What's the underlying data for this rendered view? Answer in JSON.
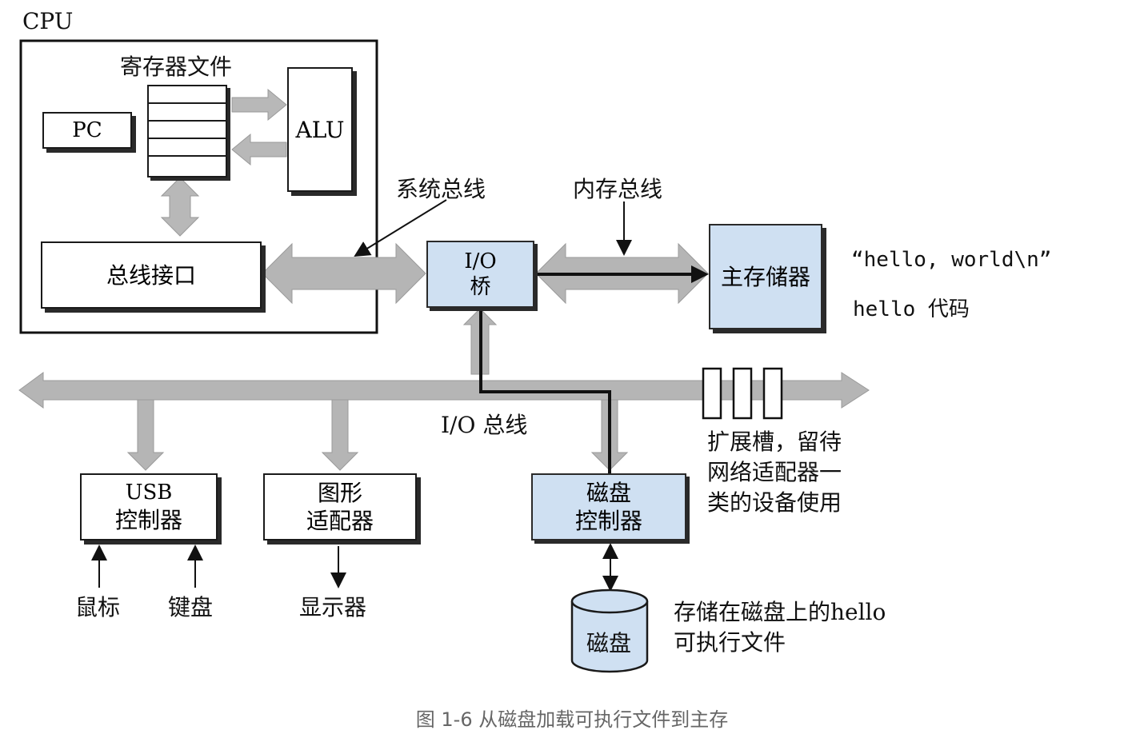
{
  "cpu": {
    "title": "CPU",
    "register_file_label": "寄存器文件",
    "pc_label": "PC",
    "alu_label": "ALU",
    "bus_interface_label": "总线接口"
  },
  "buses": {
    "system_bus_label": "系统总线",
    "memory_bus_label": "内存总线",
    "io_bus_label": "I/O 总线"
  },
  "io_bridge": {
    "line1": "I/O",
    "line2": "桥"
  },
  "main_memory": {
    "label": "主存储器",
    "contents": [
      "“hello, world\\n”",
      "hello 代码"
    ]
  },
  "expansion_slots": {
    "lines": [
      "扩展槽，留待",
      "网络适配器一",
      "类的设备使用"
    ]
  },
  "devices": {
    "usb": {
      "line1": "USB",
      "line2": "控制器"
    },
    "graphics": {
      "line1": "图形",
      "line2": "适配器"
    },
    "disk_controller": {
      "line1": "磁盘",
      "line2": "控制器"
    }
  },
  "peripherals": {
    "mouse": "鼠标",
    "keyboard": "键盘",
    "display": "显示器",
    "disk": "磁盘"
  },
  "disk_note": {
    "line1": "存储在磁盘上的hello",
    "line2": "可执行文件"
  },
  "caption": "图 1-6 从磁盘加载可执行文件到主存",
  "colors": {
    "highlight_fill": "#cfe0f2",
    "bus_gray": "#b5b5b5",
    "caption": "#666666"
  }
}
